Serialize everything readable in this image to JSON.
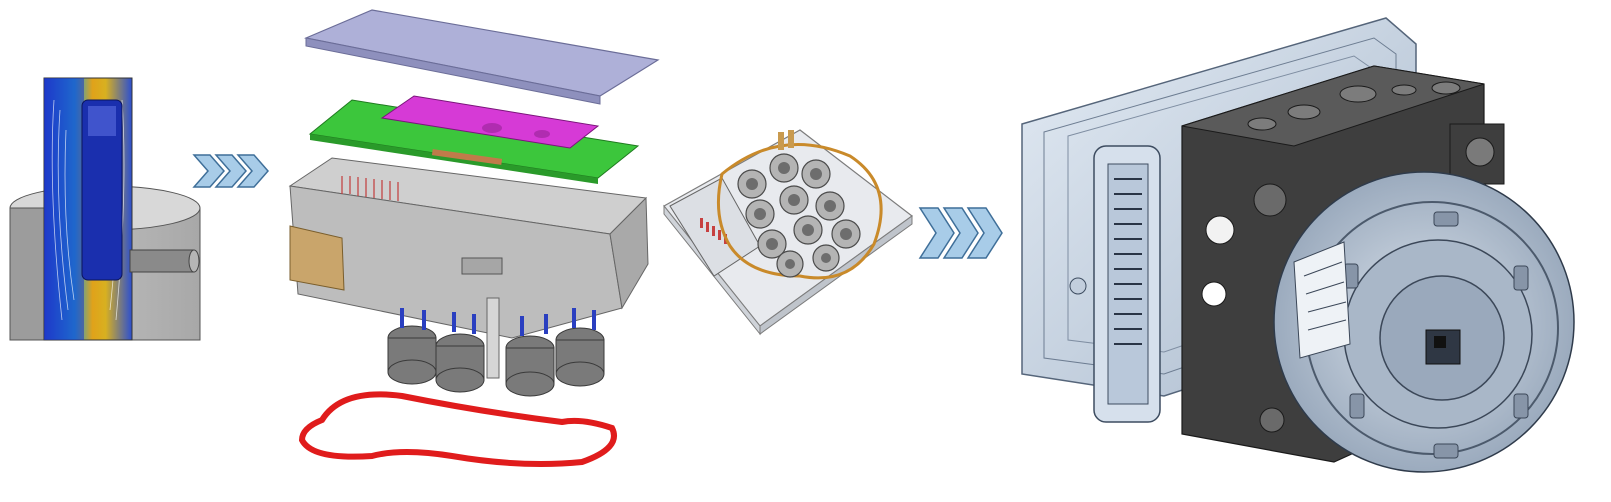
{
  "stages": [
    {
      "name": "solenoid-valve-simulation"
    },
    {
      "name": "exploded-ecu-assembly"
    },
    {
      "name": "coil-carrier-module"
    },
    {
      "name": "abs-hydraulic-unit"
    }
  ],
  "arrows": [
    {
      "name": "process-arrow-1",
      "chevrons": 3
    },
    {
      "name": "process-arrow-2",
      "chevrons": 3
    }
  ],
  "colors": {
    "arrow_fill": "#a8cce8",
    "arrow_stroke": "#3f6f99",
    "cover": "#aeb0d8",
    "pcb_green": "#3cc63c",
    "pcb_magenta": "#d63ad6",
    "housing": "#bdbdbd",
    "gasket": "#e01c1c",
    "coil": "#7a7a7a",
    "block": "#3e3e3e",
    "motor": "#b7c3d2",
    "ecu_frame": "#cfdbea",
    "sim_blue": "#2e40c8"
  }
}
